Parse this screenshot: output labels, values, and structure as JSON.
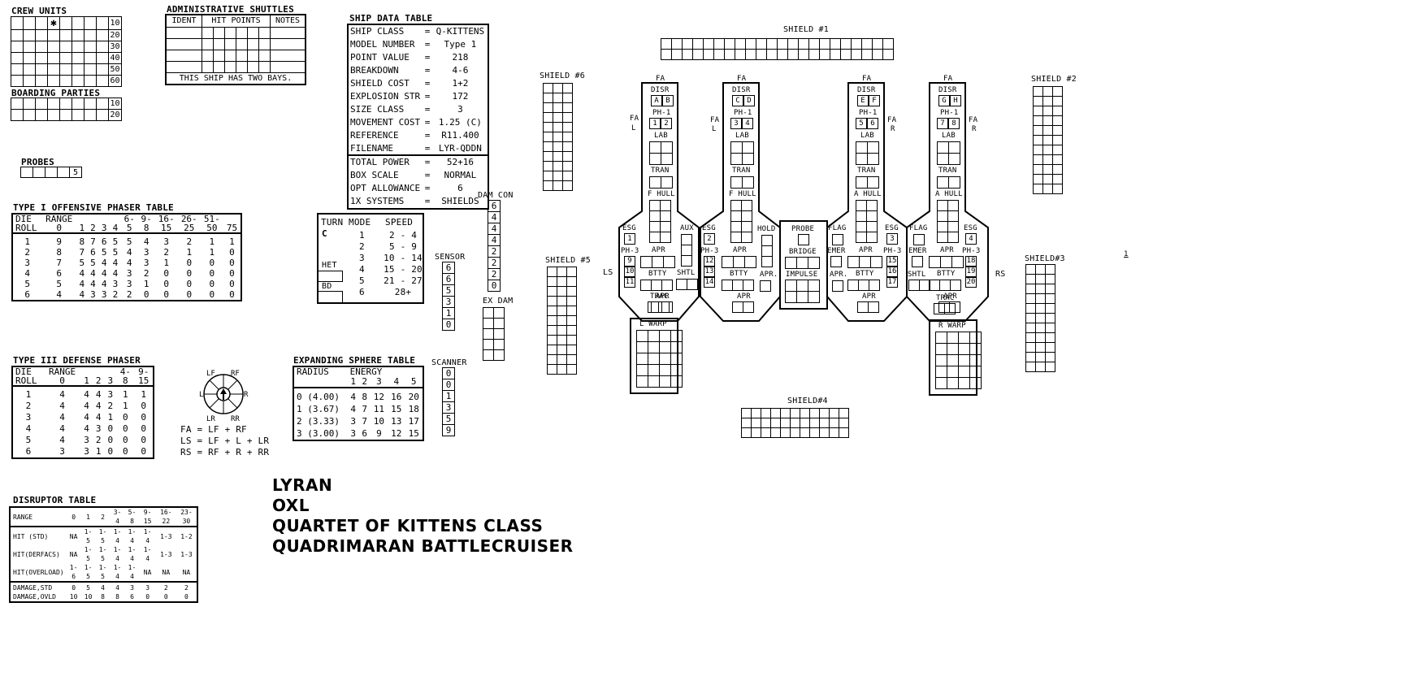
{
  "crew": {
    "title": "CREW UNITS",
    "row_labels": [
      "10",
      "20",
      "30",
      "40",
      "50",
      "60"
    ],
    "marked_cell": "✱"
  },
  "boarding": {
    "title": "BOARDING PARTIES",
    "row_labels": [
      "10",
      "20"
    ]
  },
  "shuttles": {
    "title": "ADMINISTRATIVE SHUTTLES",
    "headers": [
      "IDENT",
      "HIT POINTS",
      "NOTES"
    ],
    "footer": "THIS SHIP HAS TWO BAYS."
  },
  "ship_data": {
    "title": "SHIP DATA TABLE",
    "rows_top": [
      {
        "k": "SHIP CLASS",
        "v": "Q-KITTENS"
      },
      {
        "k": "MODEL NUMBER",
        "v": "Type 1"
      },
      {
        "k": "POINT VALUE",
        "v": "218"
      },
      {
        "k": "BREAKDOWN",
        "v": "4-6"
      },
      {
        "k": "SHIELD COST",
        "v": "1+2"
      },
      {
        "k": "EXPLOSION STR",
        "v": "172"
      },
      {
        "k": "SIZE CLASS",
        "v": "3"
      },
      {
        "k": "MOVEMENT COST",
        "v": "1.25 (C)"
      },
      {
        "k": "REFERENCE",
        "v": "R11.400"
      },
      {
        "k": "FILENAME",
        "v": "LYR-QDDN"
      }
    ],
    "rows_bottom": [
      {
        "k": "TOTAL POWER",
        "v": "52+16"
      },
      {
        "k": "BOX SCALE",
        "v": "NORMAL"
      },
      {
        "k": "OPT ALLOWANCE",
        "v": "6"
      },
      {
        "k": "1X SYSTEMS",
        "v": "SHIELDS"
      }
    ],
    "eq": "="
  },
  "probes": {
    "title": "PROBES",
    "count": "5"
  },
  "phaser1": {
    "title": "TYPE I OFFENSIVE PHASER TABLE",
    "head1": [
      "DIE",
      "RANGE",
      "",
      "",
      "",
      "",
      "6-",
      "9-",
      "16-",
      "26-",
      "51-"
    ],
    "head2": [
      "ROLL",
      "0",
      "1",
      "2",
      "3",
      "4",
      "5",
      "8",
      "15",
      "25",
      "50",
      "75"
    ],
    "rows": [
      [
        "1",
        "9",
        "8",
        "7",
        "6",
        "5",
        "5",
        "4",
        "3",
        "2",
        "1",
        "1"
      ],
      [
        "2",
        "8",
        "7",
        "6",
        "5",
        "5",
        "4",
        "3",
        "2",
        "1",
        "1",
        "0"
      ],
      [
        "3",
        "7",
        "5",
        "5",
        "4",
        "4",
        "4",
        "3",
        "1",
        "0",
        "0",
        "0"
      ],
      [
        "4",
        "6",
        "4",
        "4",
        "4",
        "4",
        "3",
        "2",
        "0",
        "0",
        "0",
        "0"
      ],
      [
        "5",
        "5",
        "4",
        "4",
        "4",
        "3",
        "3",
        "1",
        "0",
        "0",
        "0",
        "0"
      ],
      [
        "6",
        "4",
        "4",
        "3",
        "3",
        "2",
        "2",
        "0",
        "0",
        "0",
        "0",
        "0"
      ]
    ]
  },
  "turnmode": {
    "headers": [
      "TURN",
      "MODE",
      "SPEED"
    ],
    "mode_letter": "C",
    "het": "HET",
    "bd": "BD",
    "rows": [
      [
        "1",
        "2 - 4"
      ],
      [
        "2",
        "5 - 9"
      ],
      [
        "3",
        "10 - 14"
      ],
      [
        "4",
        "15 - 20"
      ],
      [
        "5",
        "21 - 27"
      ],
      [
        "6",
        "28+"
      ]
    ]
  },
  "damcon": {
    "title": "DAM CON",
    "values": [
      "6",
      "4",
      "4",
      "4",
      "2",
      "2",
      "2",
      "0"
    ]
  },
  "sensor": {
    "title": "SENSOR",
    "values": [
      "6",
      "6",
      "5",
      "3",
      "1",
      "0"
    ]
  },
  "exdam": {
    "title": "EX DAM"
  },
  "scanner": {
    "title": "SCANNER",
    "values": [
      "0",
      "0",
      "1",
      "3",
      "5",
      "9"
    ]
  },
  "phaser3": {
    "title": "TYPE III DEFENSE PHASER",
    "head1": [
      "DIE",
      "RANGE",
      "",
      "",
      "",
      "4-",
      "9-"
    ],
    "head2": [
      "ROLL",
      "0",
      "1",
      "2",
      "3",
      "8",
      "15"
    ],
    "rows": [
      [
        "1",
        "4",
        "4",
        "4",
        "3",
        "1",
        "1"
      ],
      [
        "2",
        "4",
        "4",
        "4",
        "2",
        "1",
        "0"
      ],
      [
        "3",
        "4",
        "4",
        "4",
        "1",
        "0",
        "0"
      ],
      [
        "4",
        "4",
        "4",
        "3",
        "0",
        "0",
        "0"
      ],
      [
        "5",
        "4",
        "3",
        "2",
        "0",
        "0",
        "0"
      ],
      [
        "6",
        "3",
        "3",
        "1",
        "0",
        "0",
        "0"
      ]
    ]
  },
  "arcs": {
    "labels": {
      "lf": "LF",
      "rf": "RF",
      "l": "L",
      "r": "R",
      "lr": "LR",
      "rr": "RR"
    },
    "formulas": [
      "FA = LF + RF",
      "LS = LF + L + LR",
      "RS = RF + R + RR"
    ]
  },
  "sphere": {
    "title": "EXPANDING SPHERE TABLE",
    "head1": [
      "RADIUS",
      "ENERGY"
    ],
    "head2": [
      "",
      "1",
      "2",
      "3",
      "4",
      "5"
    ],
    "rows": [
      [
        "0 (4.00)",
        "4",
        "8",
        "12",
        "16",
        "20"
      ],
      [
        "1 (3.67)",
        "4",
        "7",
        "11",
        "15",
        "18"
      ],
      [
        "2 (3.33)",
        "3",
        "7",
        "10",
        "13",
        "17"
      ],
      [
        "3 (3.00)",
        "3",
        "6",
        "9",
        "12",
        "15"
      ]
    ]
  },
  "disruptor": {
    "title": "DISRUPTOR TABLE",
    "head": [
      "RANGE",
      "0",
      "1",
      "2",
      "3-4",
      "5-8",
      "9-15",
      "16-22",
      "23-30"
    ],
    "rows_hit": [
      [
        "HIT (STD)",
        "NA",
        "1-5",
        "1-5",
        "1-4",
        "1-4",
        "1-4",
        "1-3",
        "1-2"
      ],
      [
        "HIT(DERFACS)",
        "NA",
        "1-5",
        "1-5",
        "1-4",
        "1-4",
        "1-4",
        "1-3",
        "1-3"
      ],
      [
        "HIT(OVERLOAD)",
        "1-6",
        "1-5",
        "1-5",
        "1-4",
        "1-4",
        "NA",
        "NA",
        "NA"
      ]
    ],
    "rows_dmg": [
      [
        "DAMAGE,STD",
        "0",
        "5",
        "4",
        "4",
        "3",
        "3",
        "2",
        "2"
      ],
      [
        "DAMAGE,OVLD",
        "10",
        "10",
        "8",
        "8",
        "6",
        "0",
        "0",
        "0"
      ]
    ]
  },
  "title_block": [
    "LYRAN",
    "OXL",
    "QUARTET OF KITTENS CLASS",
    "QUADRIMARAN BATTLECRUISER"
  ],
  "shields": {
    "s1": "SHIELD #1",
    "s2": "SHIELD #2",
    "s3": "SHIELD#3",
    "s4": "SHIELD#4",
    "s5": "SHIELD #5",
    "s6": "SHIELD #6"
  },
  "ssd": {
    "fa": "FA",
    "fal": "FA",
    "l": "L",
    "far": "FA",
    "r": "R",
    "ls": "LS",
    "rs": "RS",
    "disr": "DISR",
    "ph1": "PH-1",
    "lab": "LAB",
    "tran": "TRAN",
    "fhull": "F HULL",
    "ahull": "A HULL",
    "esg": "ESG",
    "ph3": "PH-3",
    "apr": "APR",
    "btty": "BTTY",
    "trac": "TRAC",
    "aux": "AUX",
    "shtl": "SHTL",
    "hold": "HOLD",
    "apr_v": "APR.",
    "probe": "PROBE",
    "bridge": "BRIDGE",
    "impulse": "IMPULSE",
    "flag": "FLAG",
    "emer": "EMER",
    "lwarp": "L WARP",
    "rwarp": "R WARP",
    "disr_letters": [
      [
        "A",
        "B"
      ],
      [
        "C",
        "D"
      ],
      [
        "E",
        "F"
      ],
      [
        "G",
        "H"
      ]
    ],
    "ph1_nums": [
      [
        "1",
        "2"
      ],
      [
        "3",
        "4"
      ],
      [
        "5",
        "6"
      ],
      [
        "7",
        "8"
      ]
    ],
    "esg_nums": [
      "1",
      "2",
      "3",
      "4"
    ],
    "ph3_nums": [
      [
        "9",
        "10",
        "11"
      ],
      [
        "12",
        "13",
        "14"
      ],
      [
        "15",
        "16",
        "17"
      ],
      [
        "18",
        "19",
        "20"
      ]
    ]
  },
  "page_marker": "1"
}
